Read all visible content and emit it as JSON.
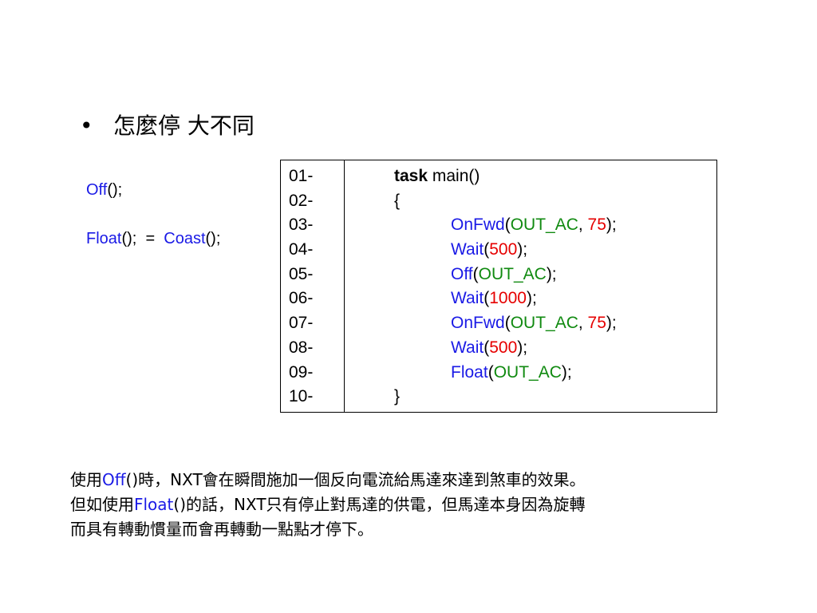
{
  "heading": {
    "bullet": "•",
    "text": "怎麼停  大不同"
  },
  "side_notes": {
    "off_fn": "Off",
    "off_rest": "();",
    "float_fn": "Float",
    "float_rest": "();  =  ",
    "coast_fn": "Coast",
    "coast_rest": "();"
  },
  "code": {
    "line_numbers": [
      "01-",
      "02-",
      "03-",
      "04-",
      "05-",
      "06-",
      "07-",
      "08-",
      "09-",
      "10-"
    ],
    "l1_kw": "task",
    "l1_rest": " main()",
    "l2": "{",
    "l3_fn": "OnFwd",
    "l3_p1": "(",
    "l3_arg": "OUT_AC",
    "l3_sep": ", ",
    "l3_num": "75",
    "l3_end": ");",
    "l4_fn": "Wait",
    "l4_p1": "(",
    "l4_num": "500",
    "l4_end": ");",
    "l5_fn": "Off",
    "l5_p1": "(",
    "l5_arg": "OUT_AC",
    "l5_end": ");",
    "l6_fn": "Wait",
    "l6_p1": "(",
    "l6_num": "1000",
    "l6_end": ");",
    "l7_fn": "OnFwd",
    "l7_p1": "(",
    "l7_arg": "OUT_AC",
    "l7_sep": ", ",
    "l7_num": "75",
    "l7_end": ");",
    "l8_fn": "Wait",
    "l8_p1": "(",
    "l8_num": "500",
    "l8_end": ");",
    "l9_fn": "Float",
    "l9_p1": "(",
    "l9_arg": "OUT_AC",
    "l9_end": ");",
    "l10": "}"
  },
  "paragraph": {
    "p1_a": "使用",
    "p1_fn": "Off",
    "p1_b": "()時，NXT會在瞬間施加一個反向電流給馬達來達到煞車的效果。",
    "p2_a": "但如使用",
    "p2_fn": "Float",
    "p2_b": "()的話，NXT只有停止對馬達的供電，但馬達本身因為旋轉",
    "p3": "而具有轉動慣量而會再轉動一點點才停下。"
  },
  "colors": {
    "function": "#1a1ae6",
    "constant": "#108a10",
    "number": "#e60000"
  }
}
